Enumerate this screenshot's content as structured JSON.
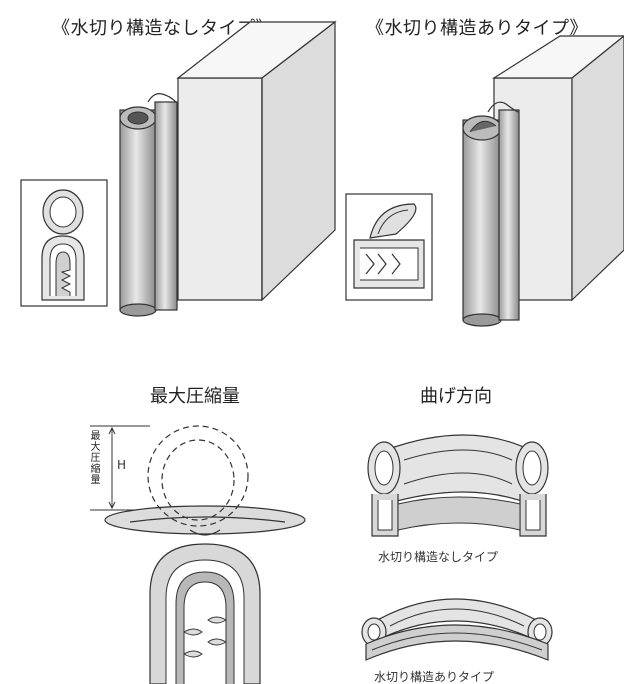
{
  "top": {
    "left_title": "《水切り構造なしタイプ》",
    "right_title": "《水切り構造ありタイプ》"
  },
  "bottom": {
    "left_heading": "最大圧縮量",
    "right_heading": "曲げ方向",
    "vertical_label": "最大圧縮量",
    "height_label": "H",
    "caption_without": "水切り構造なしタイプ",
    "caption_with": "水切り構造ありタイプ"
  }
}
